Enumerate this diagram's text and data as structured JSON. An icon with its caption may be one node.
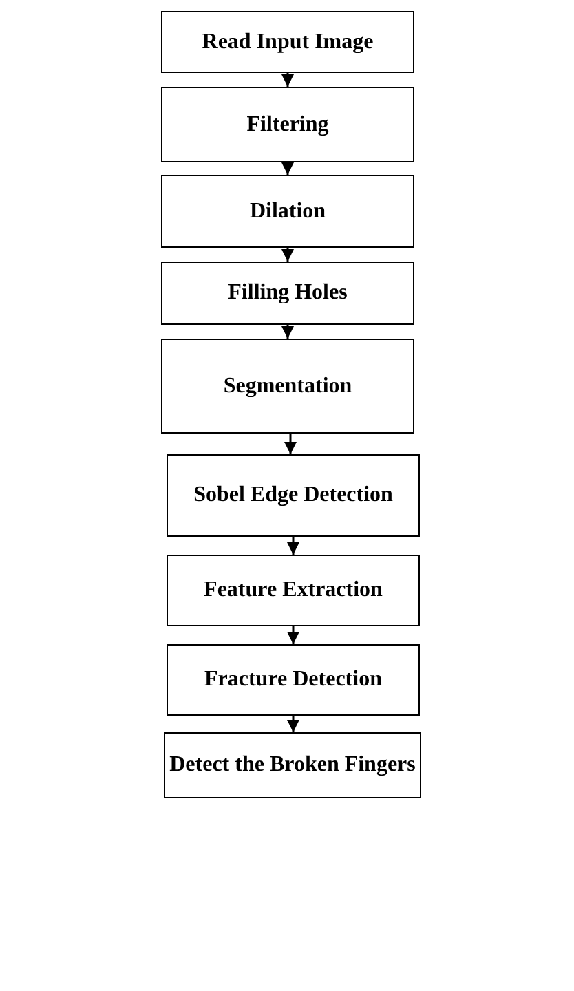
{
  "diagram": {
    "nodes": [
      {
        "text": [
          "Read Input Image"
        ]
      },
      {
        "text": [
          "Filtering"
        ]
      },
      {
        "text": [
          "Dilation"
        ]
      },
      {
        "text": [
          "Filling Holes"
        ]
      },
      {
        "text": [
          "Segmentation"
        ]
      },
      {
        "text": [
          "Sobel Edge Detection"
        ]
      },
      {
        "text": [
          "Feature Extraction"
        ]
      },
      {
        "text": [
          "Fracture Detection"
        ]
      },
      {
        "text": [
          "Detect the Broken Fingers"
        ]
      }
    ],
    "edges": [
      {
        "from": 0,
        "to": 1,
        "arrow": "to"
      },
      {
        "from": 1,
        "to": 2,
        "arrow": "to"
      },
      {
        "from": 2,
        "to": 3,
        "arrow": "to"
      },
      {
        "from": 3,
        "to": 4,
        "arrow": "to"
      },
      {
        "from": 4,
        "to": 5,
        "arrow": "to"
      },
      {
        "from": 5,
        "to": 6,
        "arrow": "to"
      },
      {
        "from": 6,
        "to": 7,
        "arrow": "to"
      },
      {
        "from": 7,
        "to": 8,
        "arrow": "to"
      }
    ]
  }
}
